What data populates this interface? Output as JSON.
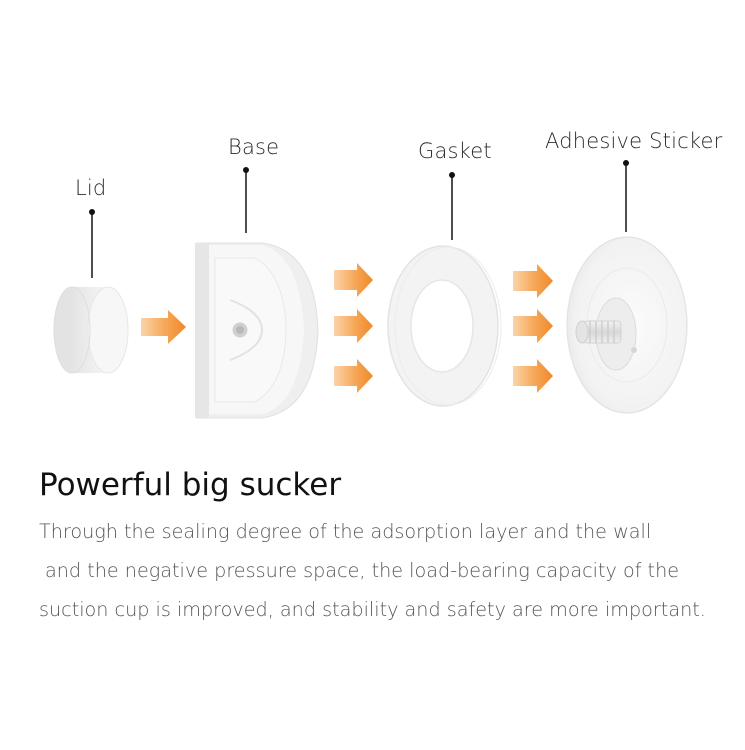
{
  "labels": {
    "lid": "Lid",
    "base": "Base",
    "gasket": "Gasket",
    "sticker": "Adhesive Sticker"
  },
  "headline": "Powerful big sucker",
  "description": {
    "line1": "Through the sealing degree of the adsorption layer and the wall",
    "line2": "and the negative pressure space, the load-bearing capacity of the",
    "line3": "suction cup is improved, and stability and safety are more important."
  },
  "colors": {
    "arrow": "#f5a04a",
    "arrow_dark": "#f08a2a",
    "part": "#f4f4f4",
    "part_edge": "#dcdcdc",
    "leader": "#222222"
  }
}
